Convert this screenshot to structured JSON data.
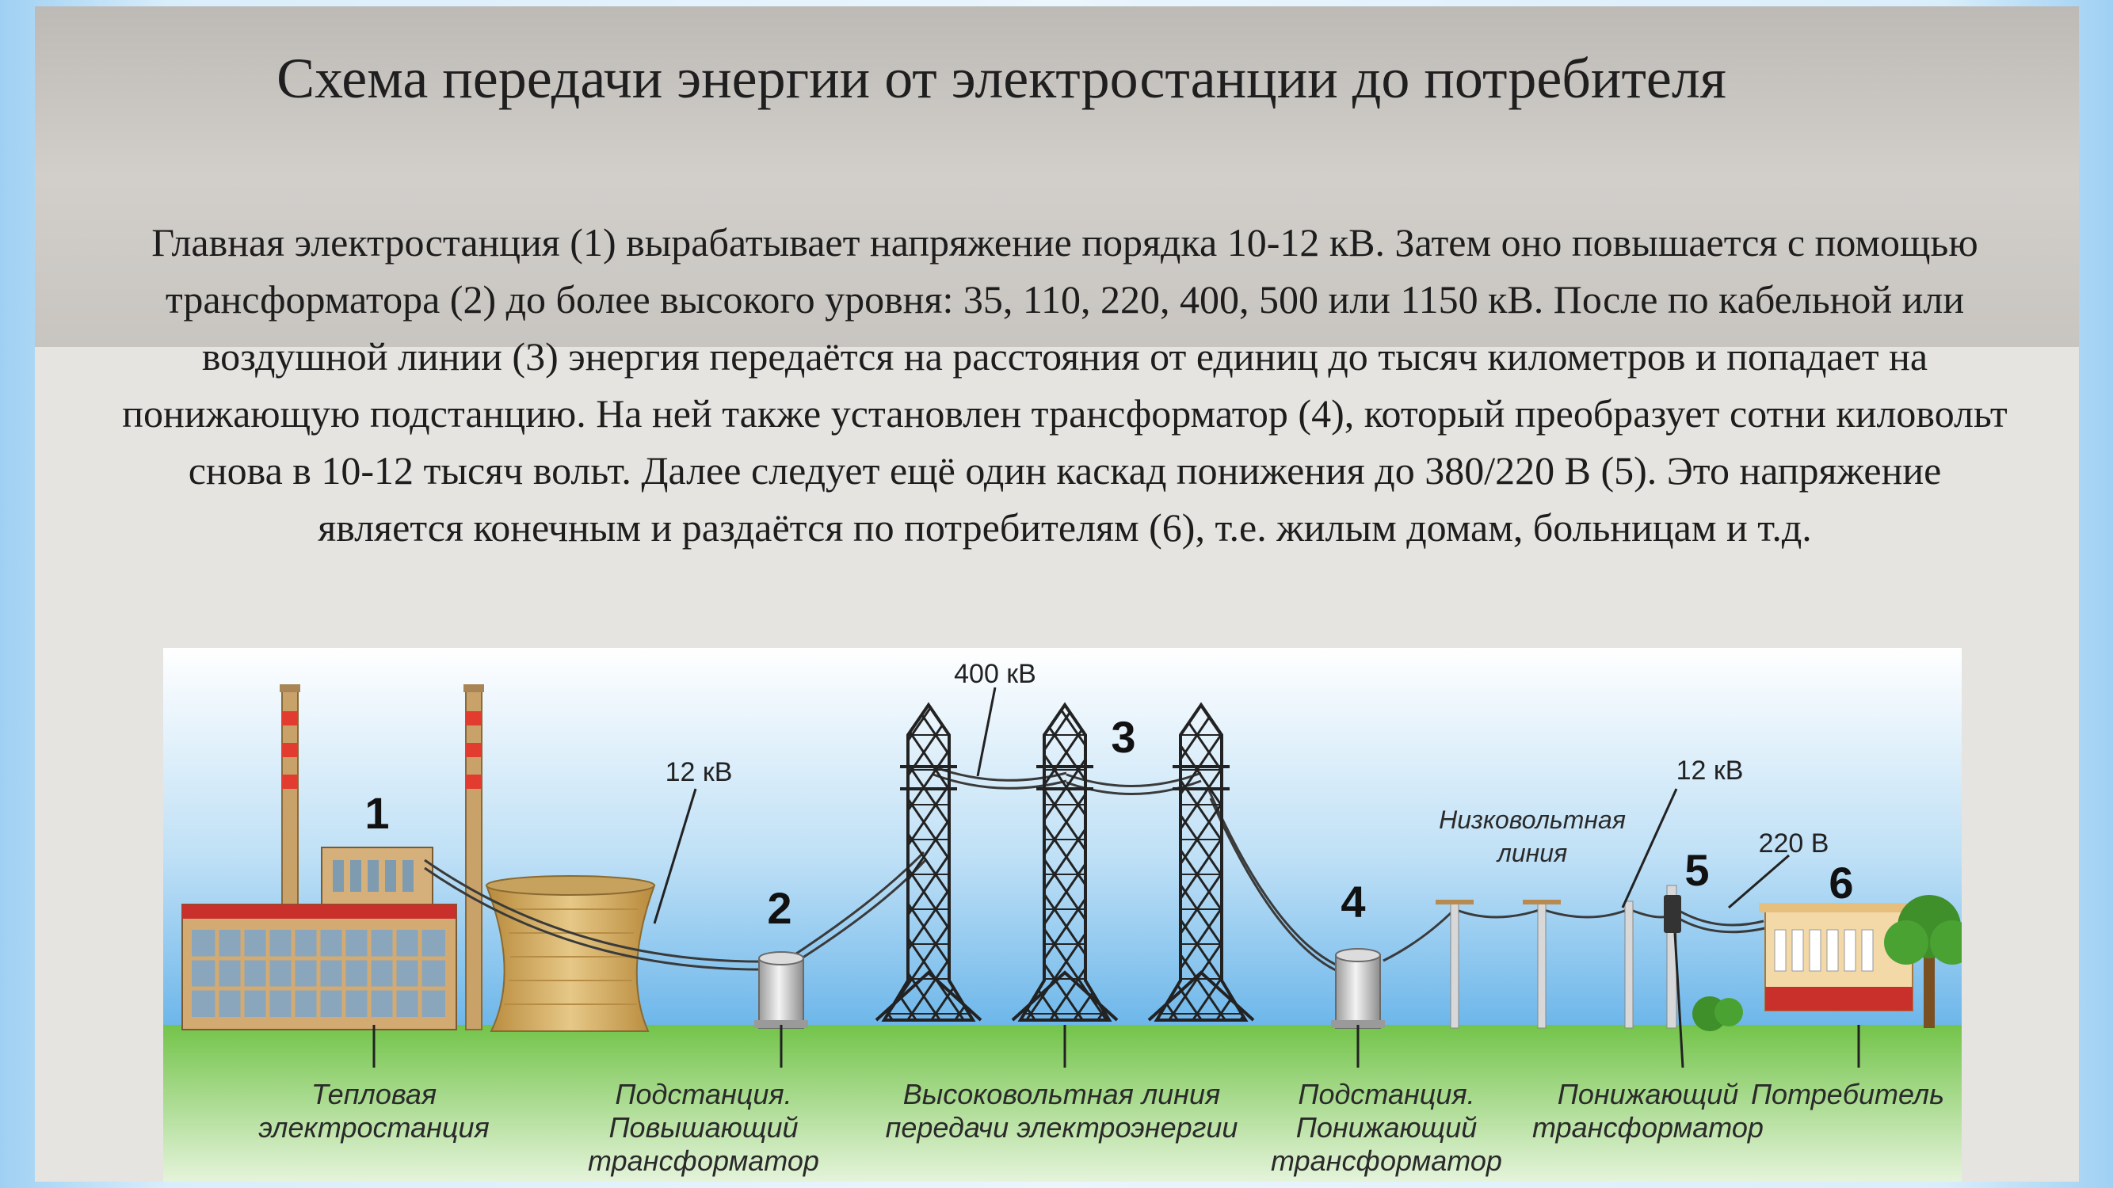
{
  "title": "Схема передачи энергии от электростанции до потребителя",
  "paragraph": "Главная электростанция (1) вырабатывает напряжение порядка 10-12 кВ. Затем оно повышается с помощью трансформатора (2) до более высокого уровня: 35, 110, 220, 400, 500 или 1150 кВ. После по кабельной или воздушной линии (3) энергия передаётся на расстояния от единиц до тысяч километров и попадает на понижающую подстанцию. На ней также установлен трансформатор (4), который преобразует сотни киловольт снова в 10-12 тысяч вольт. Далее следует ещё один каскад понижения до 380/220 В (5). Это напряжение является конечным и раздаётся по потребителям (6), т.е. жилым домам, больницам и т.д.",
  "diagram": {
    "numbers": [
      "1",
      "2",
      "3",
      "4",
      "5",
      "6"
    ],
    "voltages": {
      "v12_left": "12 кВ",
      "v400": "400 кВ",
      "v12_right": "12 кВ",
      "v220": "220 В"
    },
    "low_voltage_line": [
      "Низковольтная",
      "линия"
    ],
    "captions": {
      "power_plant": [
        "Тепловая",
        "электростанция"
      ],
      "substation_up": [
        "Подстанция.",
        "Повышающий",
        "трансформатор"
      ],
      "hv_line": [
        "Высоковольтная линия",
        "передачи электроэнергии"
      ],
      "substation_down": [
        "Подстанция.",
        "Понижающий",
        "трансформатор"
      ],
      "step_down": [
        "Понижающий",
        "трансформатор"
      ],
      "consumer": [
        "Потребитель"
      ]
    }
  },
  "colors": {
    "sky_top": "#4aa5e8",
    "grass": "#5cb83a",
    "factory_red": "#c9302c",
    "cooling_tower": "#d4b068"
  }
}
